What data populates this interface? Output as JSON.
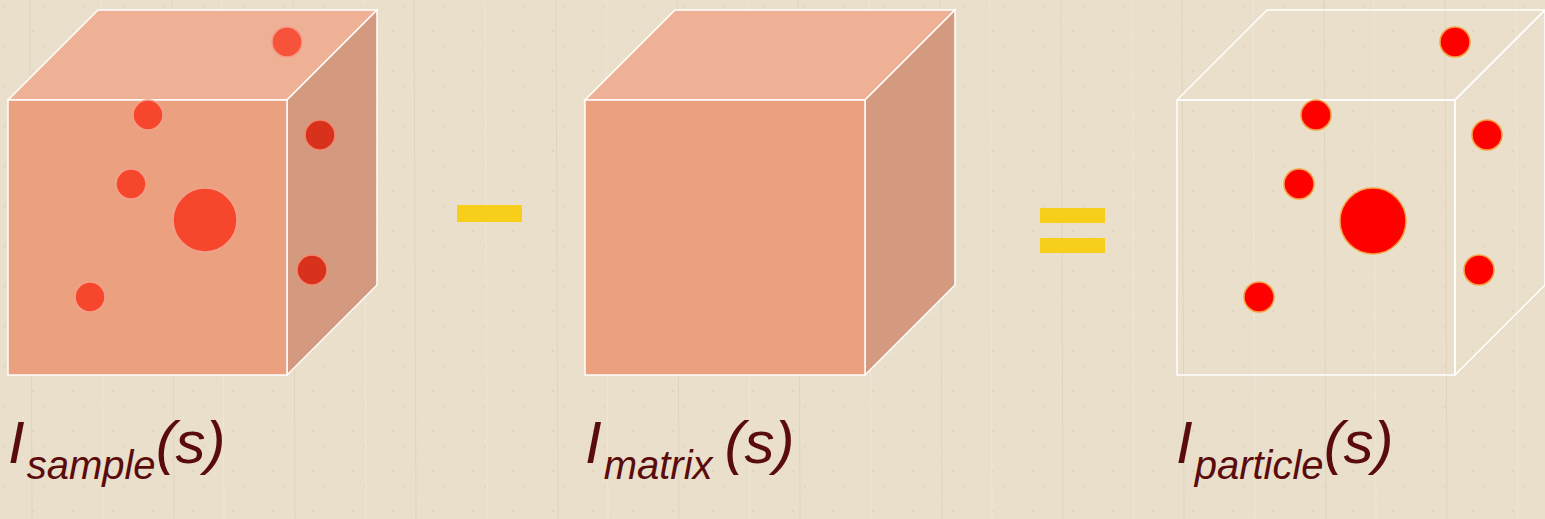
{
  "diagram": {
    "labels": [
      "I",
      "sample",
      "(s)",
      "I",
      "matrix",
      "(s)",
      "I",
      "particle",
      "(s)"
    ]
  }
}
